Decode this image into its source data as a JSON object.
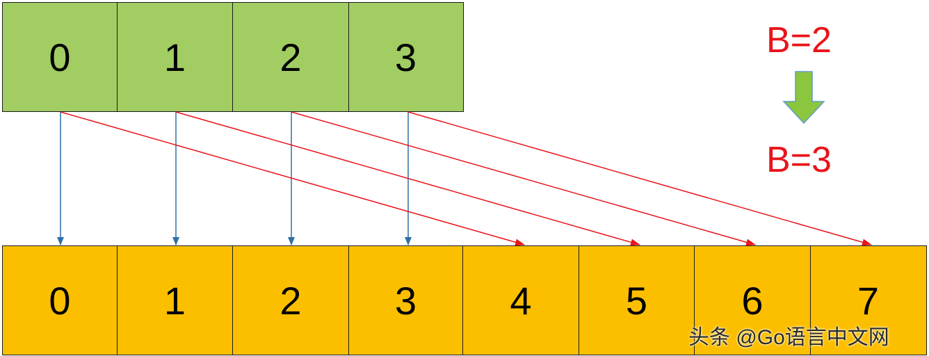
{
  "old_buckets": [
    "0",
    "1",
    "2",
    "3"
  ],
  "new_buckets": [
    "0",
    "1",
    "2",
    "3",
    "4",
    "5",
    "6",
    "7"
  ],
  "legend": {
    "before": "B=2",
    "after": "B=3"
  },
  "watermark": "头条 @Go语言中文网",
  "colors": {
    "old_bucket_fill": "#a1cd63",
    "new_bucket_fill": "#fcbf00",
    "same_index_arrow": "#2e6fa8",
    "moved_arrow": "#e8141a",
    "legend_text": "#e8141a",
    "growth_arrow": "#8cc63f"
  }
}
